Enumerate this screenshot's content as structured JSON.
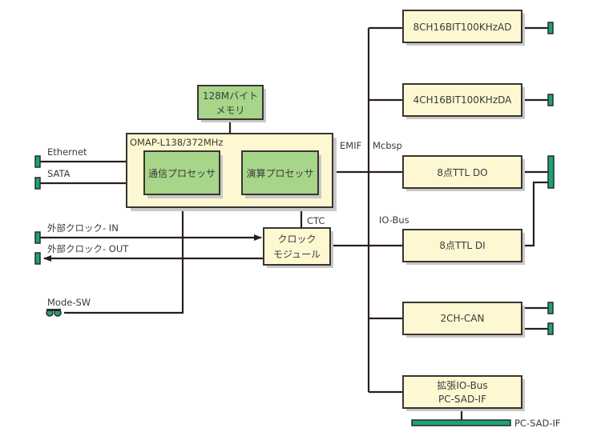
{
  "diagram": {
    "memory": {
      "line1": "128Mバイト",
      "line2": "メモリ"
    },
    "soc": {
      "label": "OMAP-L138/372MHz",
      "comm_processor": "通信プロセッサ",
      "calc_processor": "演算プロセッサ"
    },
    "bus_labels": {
      "emif": "EMIF",
      "mcbsp": "Mcbsp",
      "io_bus": "IO-Bus",
      "ctc": "CTC"
    },
    "left_ports": {
      "ethernet": "Ethernet",
      "sata": "SATA",
      "clock_in": "外部クロック- IN",
      "clock_out": "外部クロック- OUT",
      "mode_sw": "Mode-SW"
    },
    "clock_module": {
      "line1": "クロック",
      "line2": "モジュール"
    },
    "modules": {
      "ad": "8CH16BIT100KHzAD",
      "da": "4CH16BIT100KHzDA",
      "ttl_do": "8点TTL DO",
      "ttl_di": "8点TTL DI",
      "can": "2CH-CAN",
      "ext_line1": "拡張IO-Bus",
      "ext_line2": "PC-SAD-IF"
    },
    "pc_sad_connector": "PC-SAD-IF",
    "colors": {
      "green_box": "#a7d58a",
      "yellow_box": "#fdf8d2",
      "connector": "#1aa37a",
      "wire": "#2a1f1a"
    }
  }
}
